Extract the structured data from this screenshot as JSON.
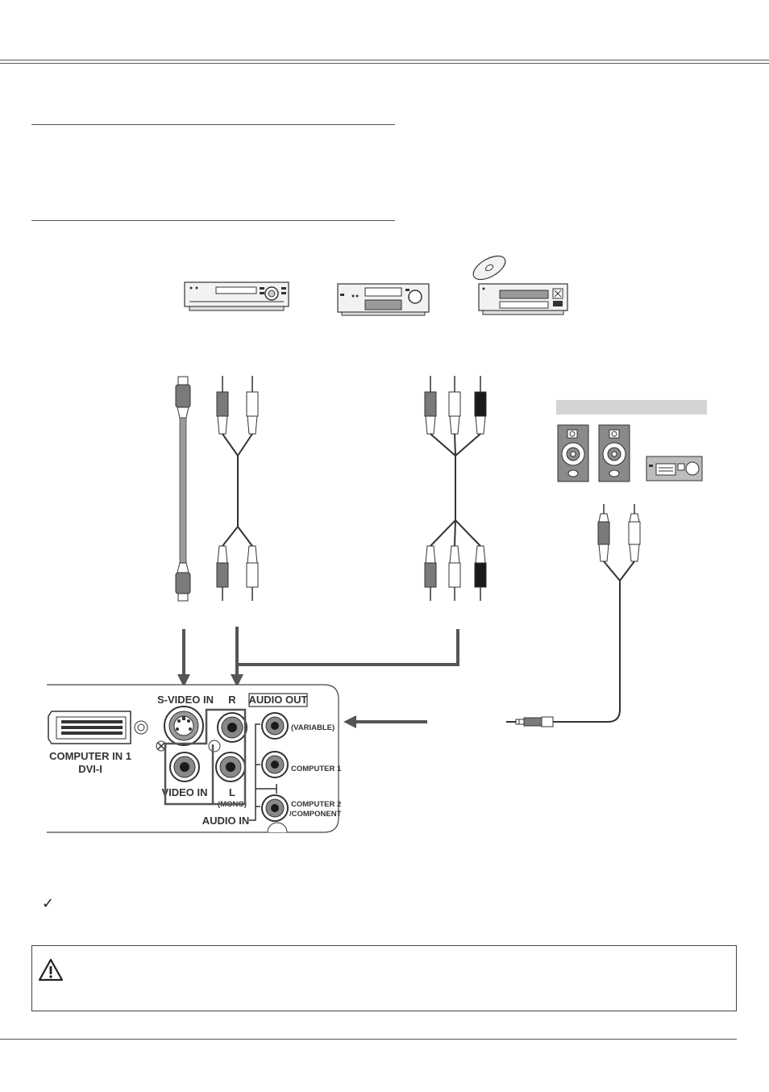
{
  "panel": {
    "labels": {
      "svideo_in": "S-VIDEO IN",
      "r": "R",
      "audio_out": "AUDIO OUT",
      "variable": "(VARIABLE)",
      "computer_in1": "COMPUTER IN 1",
      "dvi": "DVI-I",
      "video_in": "VIDEO IN",
      "l": "L",
      "mono": "(MONO)",
      "computer1": "COMPUTER 1",
      "computer2": "COMPUTER 2",
      "component": "/COMPONENT",
      "audio_in": "AUDIO IN"
    }
  },
  "icons": {
    "checkmark": "✓",
    "caution": "warning-triangle-icon"
  },
  "colors": {
    "gray_plug": "#7a7a7a",
    "white_plug": "#ffffff",
    "black_plug": "#1a1a1a",
    "label_bar": "#d4d4d4",
    "line": "#555555"
  }
}
